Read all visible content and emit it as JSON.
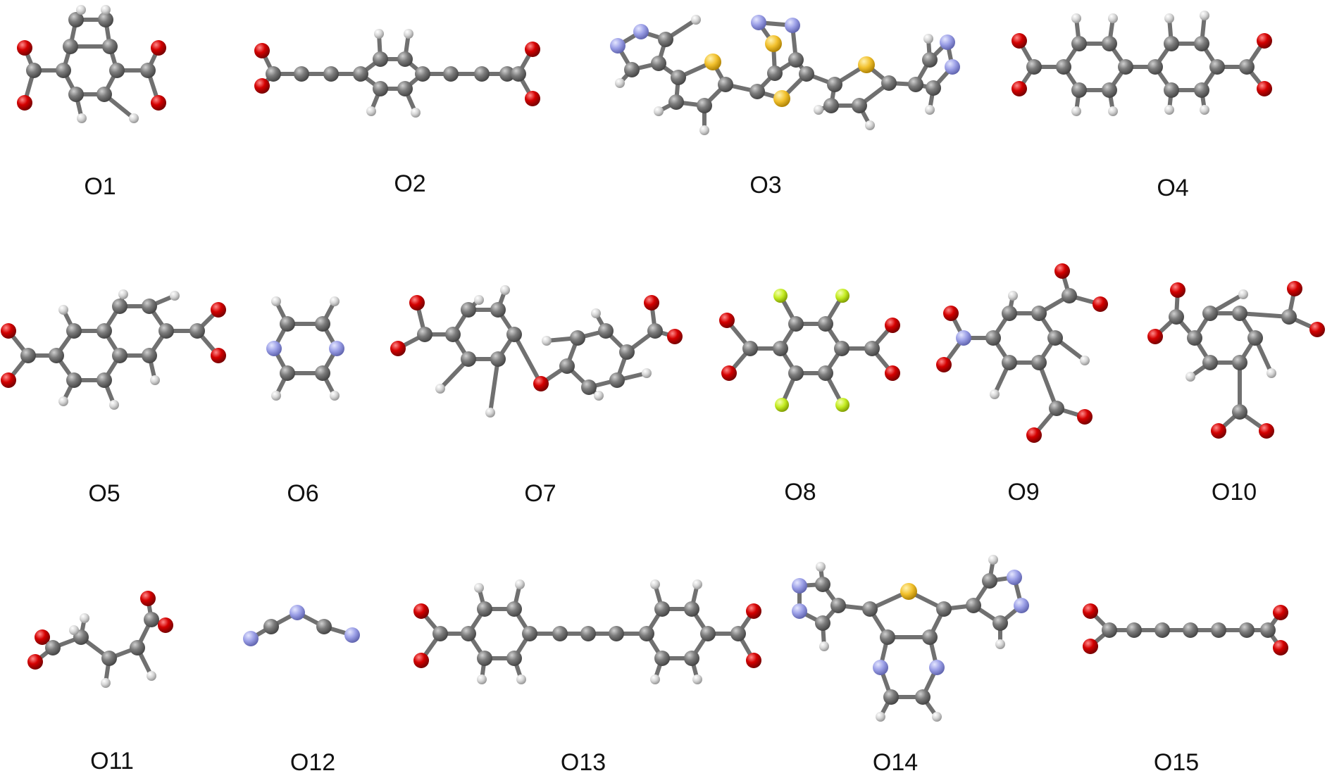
{
  "colors": {
    "carbon": "#808080",
    "hydrogen": "#d8d8d8",
    "oxygen": "#d10000",
    "nitrogen": "#9a9ee6",
    "sulfur": "#f2c12e",
    "fluorine": "#c4ec22",
    "bond": "#707070"
  },
  "molecules": [
    {
      "id": "O1",
      "label": "O1",
      "atoms": "H C O"
    },
    {
      "id": "O2",
      "label": "O2",
      "atoms": "H C O"
    },
    {
      "id": "O3",
      "label": "O3",
      "atoms": "H C N S"
    },
    {
      "id": "O4",
      "label": "O4",
      "atoms": "H C O"
    },
    {
      "id": "O5",
      "label": "O5",
      "atoms": "H C O"
    },
    {
      "id": "O6",
      "label": "O6",
      "atoms": "H C N"
    },
    {
      "id": "O7",
      "label": "O7",
      "atoms": "H C O"
    },
    {
      "id": "O8",
      "label": "O8",
      "atoms": "C O F"
    },
    {
      "id": "O9",
      "label": "O9",
      "atoms": "H C N O"
    },
    {
      "id": "O10",
      "label": "O10",
      "atoms": "H C O"
    },
    {
      "id": "O11",
      "label": "O11",
      "atoms": "H C O"
    },
    {
      "id": "O12",
      "label": "O12",
      "atoms": "C N"
    },
    {
      "id": "O13",
      "label": "O13",
      "atoms": "H C O"
    },
    {
      "id": "O14",
      "label": "O14",
      "atoms": "H C N S"
    },
    {
      "id": "O15",
      "label": "O15",
      "atoms": "C O"
    }
  ]
}
